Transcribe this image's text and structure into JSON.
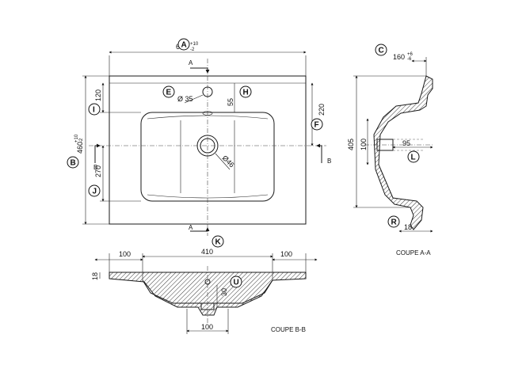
{
  "labels": {
    "A": "A",
    "B": "B",
    "C": "C",
    "E": "E",
    "F": "F",
    "H": "H",
    "I": "I",
    "J": "J",
    "K": "K",
    "L": "L",
    "R": "R",
    "U": "U"
  },
  "dimensions": {
    "width_top": "610",
    "width_top_tol_plus": "+10",
    "width_top_tol_minus": "-2",
    "height_left": "460",
    "height_left_tol_plus": "+10",
    "height_left_tol_minus": "-2",
    "d120": "120",
    "d270": "270",
    "d220": "220",
    "d55": "55",
    "dia35": "Ø 35",
    "dia46": "Ø46",
    "c160": "160",
    "c160_tol_plus": "+6",
    "c160_tol_minus": "-6",
    "side405": "405",
    "side100": "100",
    "side95": "95",
    "side18": "18",
    "b_left100": "100",
    "b_mid410": "410",
    "b_right100": "100",
    "b_bottom100": "100",
    "b_left18": "18",
    "b_30": "30"
  },
  "markers": {
    "section_a_top": "A",
    "section_a_bottom": "A",
    "section_b_left": "B",
    "section_b_right": "B"
  },
  "captions": {
    "coupe_a": "COUPE A-A",
    "coupe_b": "COUPE B-B"
  }
}
